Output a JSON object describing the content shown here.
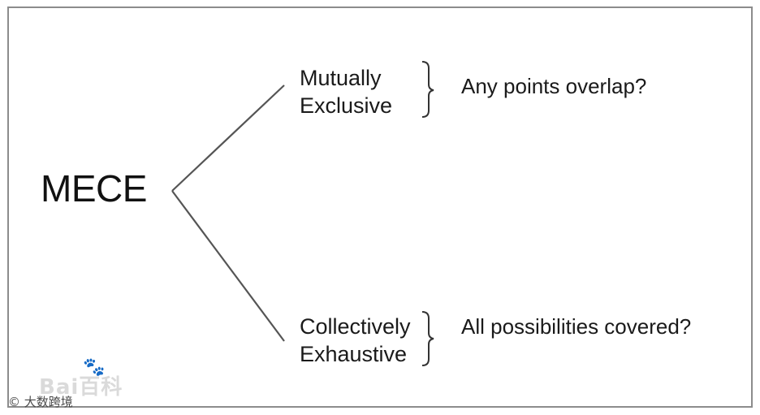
{
  "root": {
    "label": "MECE"
  },
  "branches": [
    {
      "line1": "Mutually",
      "line2": "Exclusive",
      "question": "Any points overlap?"
    },
    {
      "line1": "Collectively",
      "line2": "Exhaustive",
      "question": "All possibilities covered?"
    }
  ],
  "watermark": {
    "main": "Bai百科",
    "sub": "© 大数跨境"
  },
  "colors": {
    "border": "#8c8c8c",
    "line": "#555555",
    "text": "#1a1a1a"
  }
}
